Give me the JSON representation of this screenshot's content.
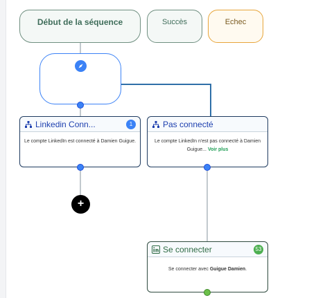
{
  "sequence": {
    "start_label": "Début de la séquence",
    "success_label": "Succès",
    "fail_label": "Echec"
  },
  "condition": {
    "icon": "compass-icon"
  },
  "cards": {
    "linkedin": {
      "title": "Linkedin Conn...",
      "badge": "1",
      "body_prefix": "Le compte LinkedIn est connecté à Damien Guigue."
    },
    "not_connected": {
      "title": "Pas connecté",
      "body": "Le compte LinkedIn n'est pas connecté à Damien Guigue...",
      "see_more": "Voir plus"
    },
    "connect": {
      "title": "Se connecter",
      "badge": "53",
      "body_prefix": "Se connecter avec ",
      "body_name": "Guigue Damien",
      "body_suffix": "."
    }
  },
  "add_button_label": "+",
  "colors": {
    "blue": "#3b82f6",
    "green": "#4caf50",
    "orange": "#e7a53a",
    "line": "#2f6fa8"
  }
}
